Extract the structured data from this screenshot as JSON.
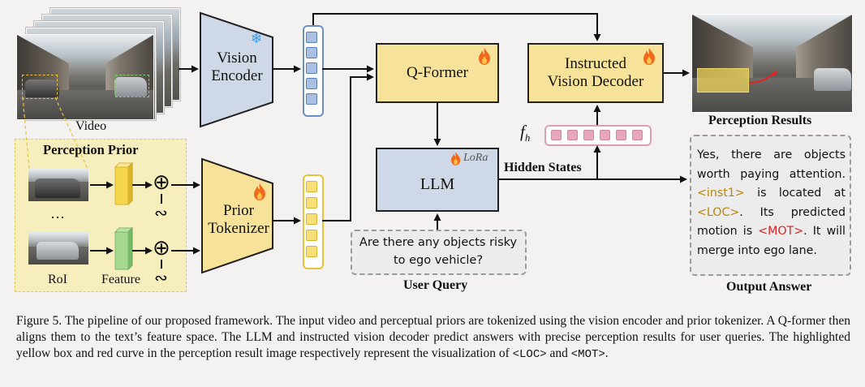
{
  "diagram": {
    "labels": {
      "video": "Video",
      "perception_prior": "Perception Prior",
      "ellipsis": "…",
      "roi": "RoI",
      "feature": "Feature",
      "vision_encoder_line1": "Vision",
      "vision_encoder_line2": "Encoder",
      "prior_tokenizer_line1": "Prior",
      "prior_tokenizer_line2": "Tokenizer",
      "q_former": "Q-Former",
      "llm": "LLM",
      "lora": "LoRa",
      "instructed_decoder_line1": "Instructed",
      "instructed_decoder_line2": "Vision Decoder",
      "f_h": "f",
      "f_h_sub": "h",
      "hidden_states": "Hidden States",
      "perception_results": "Perception Results",
      "user_query_text": "Are there any objects risky to ego vehicle?",
      "user_query": "User Query",
      "output_answer": "Output Answer",
      "plus_symbol": "⊕",
      "wave_symbol": "∾"
    },
    "answer": {
      "part1": "Yes, there are objects worth paying attention. ",
      "inst": "<inst1>",
      "part2": " is located at ",
      "loc": "<LOC>",
      "part3": ". Its predicted motion is ",
      "mot": "<MOT>",
      "part4": ". It will merge into ego lane."
    },
    "colors": {
      "yellow_box": "#f7e29a",
      "yellow_border": "#e8c338",
      "blue_box": "#cfd8e6",
      "blue_border": "#6a8fc7",
      "pink_token": "#e7a6b9",
      "pink_border": "#d8a0b3",
      "prior_bg": "#f7eebe",
      "flame": "#f16a1c",
      "snowflake": "#2f9df2"
    },
    "icons": [
      "snowflake-icon",
      "flame-icon"
    ]
  },
  "caption": {
    "prefix": "Figure 5. The pipeline of our proposed framework. The input video and perceptual priors are tokenized using the vision encoder and prior tokenizer.  A Q-former then aligns them to the text’s feature space. The LLM and instructed vision decoder predict answers with precise perception results for user queries. The highlighted yellow box and red curve in the perception result image respectively represent the visualization of ",
    "loc": "<LOC>",
    "and": " and ",
    "mot": "<MOT>",
    "end": "."
  }
}
